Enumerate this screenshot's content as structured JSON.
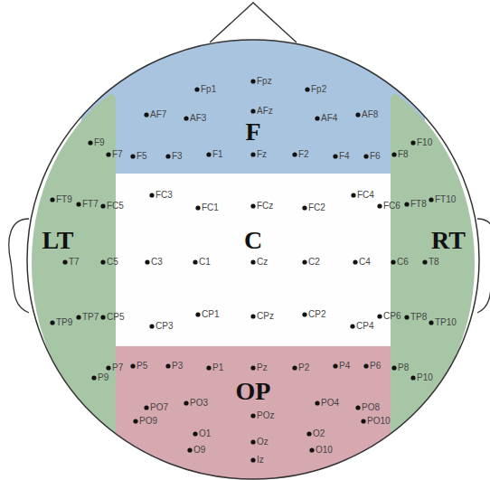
{
  "diagram": {
    "nodes": [
      {
        "text": [
          "F"
        ]
      },
      {
        "text": [
          "LT"
        ]
      },
      {
        "text": [
          "C"
        ]
      },
      {
        "text": [
          "RT"
        ]
      },
      {
        "text": [
          "OP"
        ]
      }
    ],
    "labels": [
      "Fp1",
      "Fpz",
      "Fp2",
      "AF7",
      "AF3",
      "AFz",
      "AF4",
      "AF8",
      "F9",
      "F7",
      "F5",
      "F3",
      "F1",
      "Fz",
      "F2",
      "F4",
      "F6",
      "F8",
      "F10",
      "FT9",
      "FT7",
      "FC5",
      "FC3",
      "FC1",
      "FCz",
      "FC2",
      "FC4",
      "FC6",
      "FT8",
      "FT10",
      "T7",
      "C5",
      "C3",
      "C1",
      "Cz",
      "C2",
      "C4",
      "C6",
      "T8",
      "TP9",
      "TP7",
      "CP5",
      "CP3",
      "CP1",
      "CPz",
      "CP2",
      "CP4",
      "CP6",
      "TP8",
      "TP10",
      "P9",
      "P7",
      "P5",
      "P3",
      "P1",
      "Pz",
      "P2",
      "P4",
      "P6",
      "P8",
      "P10",
      "PO7",
      "PO3",
      "POz",
      "PO4",
      "PO8",
      "PO9",
      "PO10",
      "O1",
      "Oz",
      "O2",
      "O9",
      "O10",
      "Iz"
    ]
  }
}
